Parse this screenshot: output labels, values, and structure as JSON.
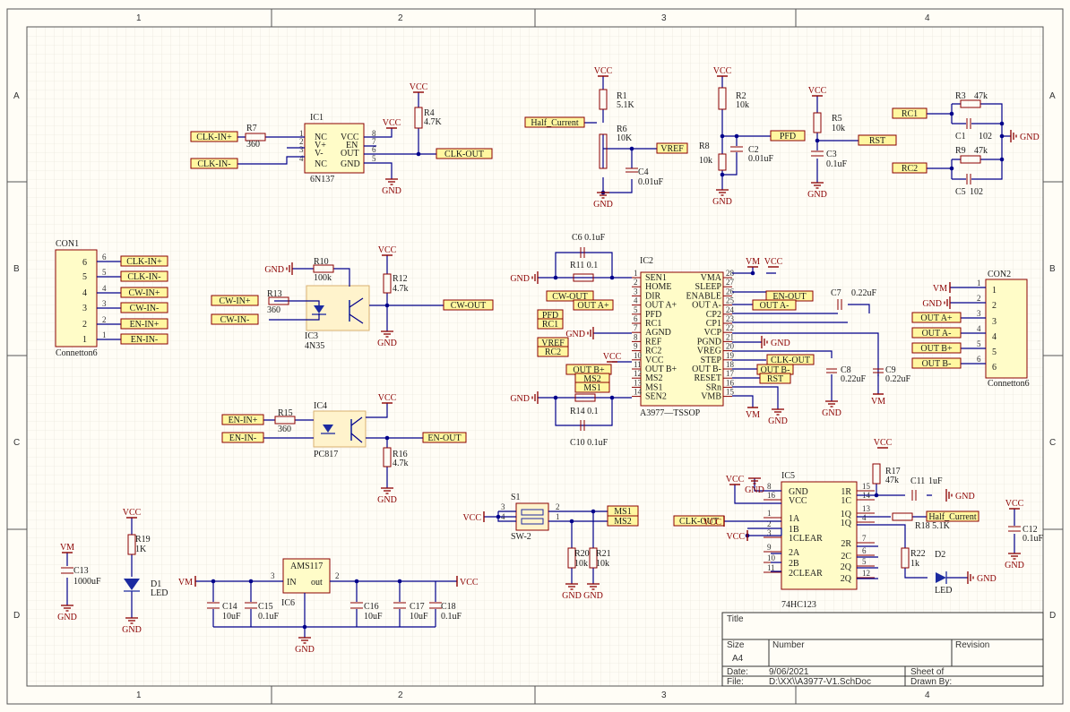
{
  "frame": {
    "cols": [
      "1",
      "2",
      "3",
      "4"
    ],
    "rows": [
      "A",
      "B",
      "C",
      "D"
    ]
  },
  "title_block": {
    "title_label": "Title",
    "size_label": "Size",
    "size_value": "A4",
    "number_label": "Number",
    "revision_label": "Revision",
    "date_label": "Date:",
    "date_value": "9/06/2021",
    "sheet_label": "Sheet   of",
    "file_label": "File:",
    "file_value": "D:\\XX\\\\A3977-V1.SchDoc",
    "drawn_label": "Drawn By:"
  },
  "power": {
    "vcc": "VCC",
    "gnd": "GND",
    "vm": "VM"
  },
  "ic1": {
    "ref": "IC1",
    "part": "6N137",
    "left_pins": [
      "1",
      "2",
      "3",
      "4"
    ],
    "left_names": [
      "NC",
      "V+",
      "V-",
      "NC"
    ],
    "right_pins": [
      "8",
      "7",
      "6",
      "5"
    ],
    "right_names": [
      "VCC",
      "EN",
      "OUT",
      "GND"
    ],
    "r7_ref": "R7",
    "r7_val": "360",
    "r4_ref": "R4",
    "r4_val": "4.7K"
  },
  "ic2": {
    "ref": "IC2",
    "part": "A3977—TSSOP",
    "left_pins": [
      "1",
      "2",
      "3",
      "4",
      "5",
      "6",
      "7",
      "8",
      "9",
      "10",
      "11",
      "12",
      "13",
      "14"
    ],
    "left_names": [
      "SEN1",
      "HOME",
      "DIR",
      "OUT A+",
      "PFD",
      "RC1",
      "AGND",
      "REF",
      "RC2",
      "VCC",
      "OUT B+",
      "MS2",
      "MS1",
      "SEN2"
    ],
    "right_pins": [
      "28",
      "27",
      "26",
      "25",
      "24",
      "23",
      "22",
      "21",
      "20",
      "19",
      "18",
      "17",
      "16",
      "15"
    ],
    "right_names": [
      "VMA",
      "SLEEP",
      "ENABLE",
      "OUT A-",
      "CP2",
      "CP1",
      "VCP",
      "PGND",
      "VREG",
      "STEP",
      "OUT B-",
      "RESET",
      "SRn",
      "VMB"
    ],
    "c6": "C6  0.1uF",
    "r11": "R11  0.1",
    "r14": "R14  0.1",
    "c10": "C10  0.1uF",
    "c7_ref": "C7",
    "c7_val": "0.22uF",
    "c8_ref": "C8",
    "c8_val": "0.22uF",
    "c9_ref": "C9",
    "c9_val": "0.22uF"
  },
  "ic3": {
    "ref": "IC3",
    "part": "4N35",
    "r10_ref": "R10",
    "r10_val": "100k",
    "r12_ref": "R12",
    "r12_val": "4.7k",
    "r13_ref": "R13",
    "r13_val": "360"
  },
  "ic4": {
    "ref": "IC4",
    "part": "PC817",
    "r15_ref": "R15",
    "r15_val": "360",
    "r16_ref": "R16",
    "r16_val": "4.7k"
  },
  "ic5": {
    "ref": "IC5",
    "part": "74HC123",
    "left_pins": [
      "8",
      "16",
      "1",
      "2",
      "3",
      "9",
      "10",
      "11"
    ],
    "left_names": [
      "GND",
      "VCC",
      "1A",
      "1B",
      "1CLEAR",
      "2A",
      "2B",
      "2CLEAR"
    ],
    "right_pins": [
      "15",
      "14",
      "13",
      "4",
      "7",
      "6",
      "5",
      "12"
    ],
    "right_names": [
      "1R",
      "1C",
      "1Q",
      "1Q",
      "2R",
      "2C",
      "2Q",
      "2Q"
    ],
    "r17_ref": "R17",
    "r17_val": "47k",
    "c11_ref": "C11",
    "c11_val": "1uF",
    "r18": "R18  5.1K",
    "r22_ref": "R22",
    "r22_val": "1k",
    "d2_ref": "D2",
    "d2_val": "LED",
    "c12_ref": "C12",
    "c12_val": "0.1uF"
  },
  "ic6": {
    "ref": "IC6",
    "part": "AMS117",
    "in": "IN",
    "out": "out",
    "pin_in": "3",
    "pin_out": "2",
    "c14_ref": "C14",
    "c14_val": "10uF",
    "c15_ref": "C15",
    "c15_val": "0.1uF",
    "c16_ref": "C16",
    "c16_val": "10uF",
    "c17_ref": "C17",
    "c17_val": "10uF",
    "c18_ref": "C18",
    "c18_val": "0.1uF"
  },
  "top": {
    "r1_ref": "R1",
    "r1_val": "5.1K",
    "r6_ref": "R6",
    "r6_val": "10K",
    "c4_ref": "C4",
    "c4_val": "0.01uF",
    "r2_ref": "R2",
    "r2_val": "10k",
    "r8_ref": "R8",
    "r8_val": "10k",
    "c2_ref": "C2",
    "c2_val": "0.01uF",
    "r5_ref": "R5",
    "r5_val": "10k",
    "c3_ref": "C3",
    "c3_val": "0.1uF",
    "r3_ref": "R3",
    "r3_val": "47k",
    "c1_ref": "C1",
    "c1_val": "102",
    "r9_ref": "R9",
    "r9_val": "47k",
    "c5_ref": "C5",
    "c5_val": "102"
  },
  "con1": {
    "ref": "CON1",
    "part": "Connetton6",
    "pins": [
      "6",
      "5",
      "4",
      "3",
      "2",
      "1"
    ]
  },
  "con2": {
    "ref": "CON2",
    "part": "Connetton6",
    "pins": [
      "1",
      "2",
      "3",
      "4",
      "5",
      "6"
    ]
  },
  "misc": {
    "s1_ref": "S1",
    "s1_part": "SW-2",
    "s1_pins_l": [
      "3",
      "4"
    ],
    "s1_pins_r": [
      "2",
      "1"
    ],
    "r20_ref": "R20",
    "r20_val": "10k",
    "r21_ref": "R21",
    "r21_val": "10k",
    "r19_ref": "R19",
    "r19_val": "1K",
    "d1_ref": "D1",
    "d1_val": "LED",
    "c13_ref": "C13",
    "c13_val": "1000uF"
  },
  "nets": {
    "clk_in_p": "CLK-IN+",
    "clk_in_n": "CLK-IN-",
    "clk_out": "CLK-OUT",
    "cw_in_p": "CW-IN+",
    "cw_in_n": "CW-IN-",
    "cw_out": "CW-OUT",
    "en_in_p": "EN-IN+",
    "en_in_n": "EN-IN-",
    "en_out": "EN-OUT",
    "half_current": "Half_Current",
    "vref": "VREF",
    "pfd": "PFD",
    "rst": "RST",
    "rc1": "RC1",
    "rc2": "RC2",
    "out_a_p": "OUT A+",
    "out_a_n": "OUT A-",
    "out_b_p": "OUT B+",
    "out_b_n": "OUT B-",
    "ms1": "MS1",
    "ms2": "MS2"
  }
}
